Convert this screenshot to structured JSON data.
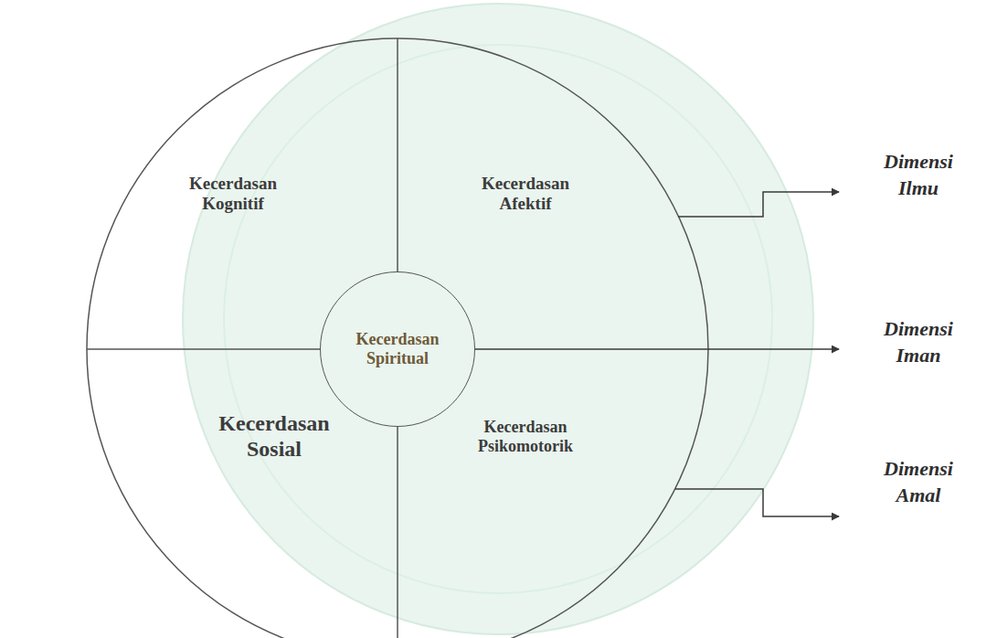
{
  "diagram": {
    "nodes": [
      {
        "text": [
          "Kecerdasan Kognitif"
        ]
      },
      {
        "text": [
          "Kecerdasan Afektif"
        ]
      },
      {
        "text": [
          "Kecerdasan Spiritual"
        ]
      },
      {
        "text": [
          "Kecerdasan Sosial"
        ]
      },
      {
        "text": [
          "Kecerdasan Psikomotorik"
        ]
      }
    ],
    "labels": [
      "Dimensi Ilmu",
      "Dimensi Iman",
      "Dimensi Amal"
    ]
  }
}
